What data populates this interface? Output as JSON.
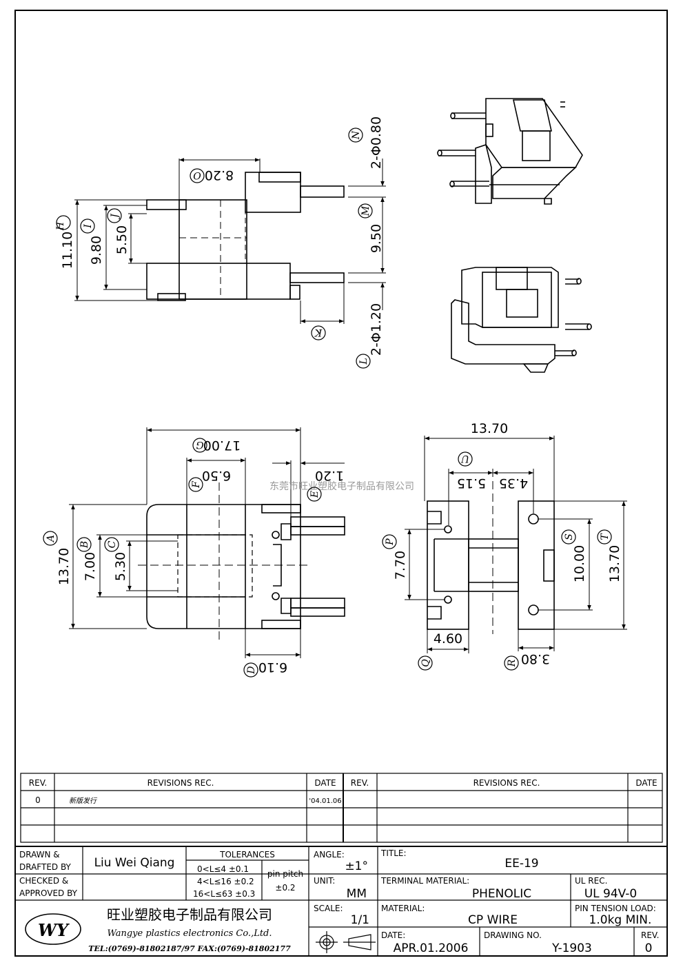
{
  "drawing": {
    "top_view": {
      "dim_h": "11.10",
      "dim_i": "9.80",
      "dim_j": "5.50",
      "dim_o": "8.20",
      "dim_m": "9.50",
      "dim_n": "2-Φ0.80",
      "dim_l": "2-Φ1.20"
    },
    "front_view": {
      "dim_g": "17.00",
      "dim_f": "6.50",
      "dim_e": "1.20",
      "dim_a": "13.70",
      "dim_b": "7.00",
      "dim_c": "5.30",
      "dim_d": "6.10"
    },
    "side_view": {
      "dim_width": "13.70",
      "dim_u1": "5.15",
      "dim_u2": "4.35",
      "dim_p": "7.70",
      "dim_s": "10.00",
      "dim_t": "13.70",
      "dim_q": "4.60",
      "dim_r": "3.80"
    },
    "balloons": [
      "A",
      "B",
      "C",
      "D",
      "E",
      "F",
      "G",
      "H",
      "I",
      "J",
      "K",
      "L",
      "M",
      "N",
      "O",
      "P",
      "Q",
      "R",
      "S",
      "T",
      "U"
    ],
    "watermark": "东莞市旺业塑胶电子制品有限公司"
  },
  "revisions": {
    "rev_header": "REV.",
    "rec_header": "REVISIONS REC.",
    "date_header": "DATE",
    "rows": [
      {
        "rev": "0",
        "rec": "新版发行",
        "date": "'04.01.06"
      }
    ]
  },
  "title_block": {
    "drawn_label": "DRAWN &",
    "drafted_label": "DRAFTED BY",
    "drawn_by": "Liu Wei Qiang",
    "checked_label": "CHECKED &",
    "approved_label": "APPROVED BY",
    "tolerances_label": "TOLERANCES",
    "tol_1": "0<L≤4   ±0.1",
    "tol_2": "4<L≤16  ±0.2",
    "tol_3": "16<L≤63  ±0.3",
    "pin_pitch_label": "pin pitch",
    "pin_pitch_value": "±0.2",
    "angle_label": "ANGLE:",
    "angle_value": "±1°",
    "unit_label": "UNIT:",
    "unit_value": "MM",
    "scale_label": "SCALE:",
    "scale_value": "1/1",
    "title_label": "TITLE:",
    "title_value": "EE-19",
    "terminal_label": "TERMINAL MATERIAL:",
    "terminal_value": "PHENOLIC",
    "ul_label": "UL REC.",
    "ul_value": "UL 94V-0",
    "material_label": "MATERIAL:",
    "material_value": "CP WIRE",
    "pin_tension_label": "PIN TENSION LOAD:",
    "pin_tension_value": "1.0kg MIN.",
    "date_label": "DATE:",
    "date_value": "APR.01.2006",
    "drawing_no_label": "DRAWING NO.",
    "drawing_no_value": "Y-1903",
    "rev_label": "REV.",
    "rev_value": "0",
    "company_cn": "旺业塑胶电子制品有限公司",
    "company_en": "Wangye plastics electronics Co.,Ltd.",
    "company_tel": "TEL:(0769)-81802187/97   FAX:(0769)-81802177",
    "logo_text": "WY"
  }
}
